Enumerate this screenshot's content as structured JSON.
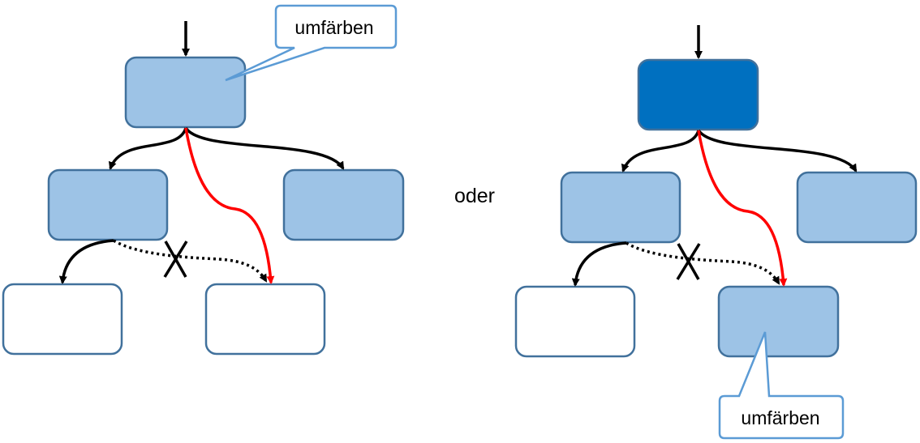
{
  "labels": {
    "callout_left": "umfärben",
    "callout_right": "umfärben",
    "separator": "oder"
  },
  "colors": {
    "node_light": "#9DC3E6",
    "node_dark": "#0070C0",
    "node_empty": "#FFFFFF",
    "node_border": "#41719C",
    "callout_border": "#5B9BD5",
    "edge": "#000000",
    "edge_highlight": "#FF0000"
  },
  "icons": {
    "blocked_edge": "x-mark-icon"
  }
}
